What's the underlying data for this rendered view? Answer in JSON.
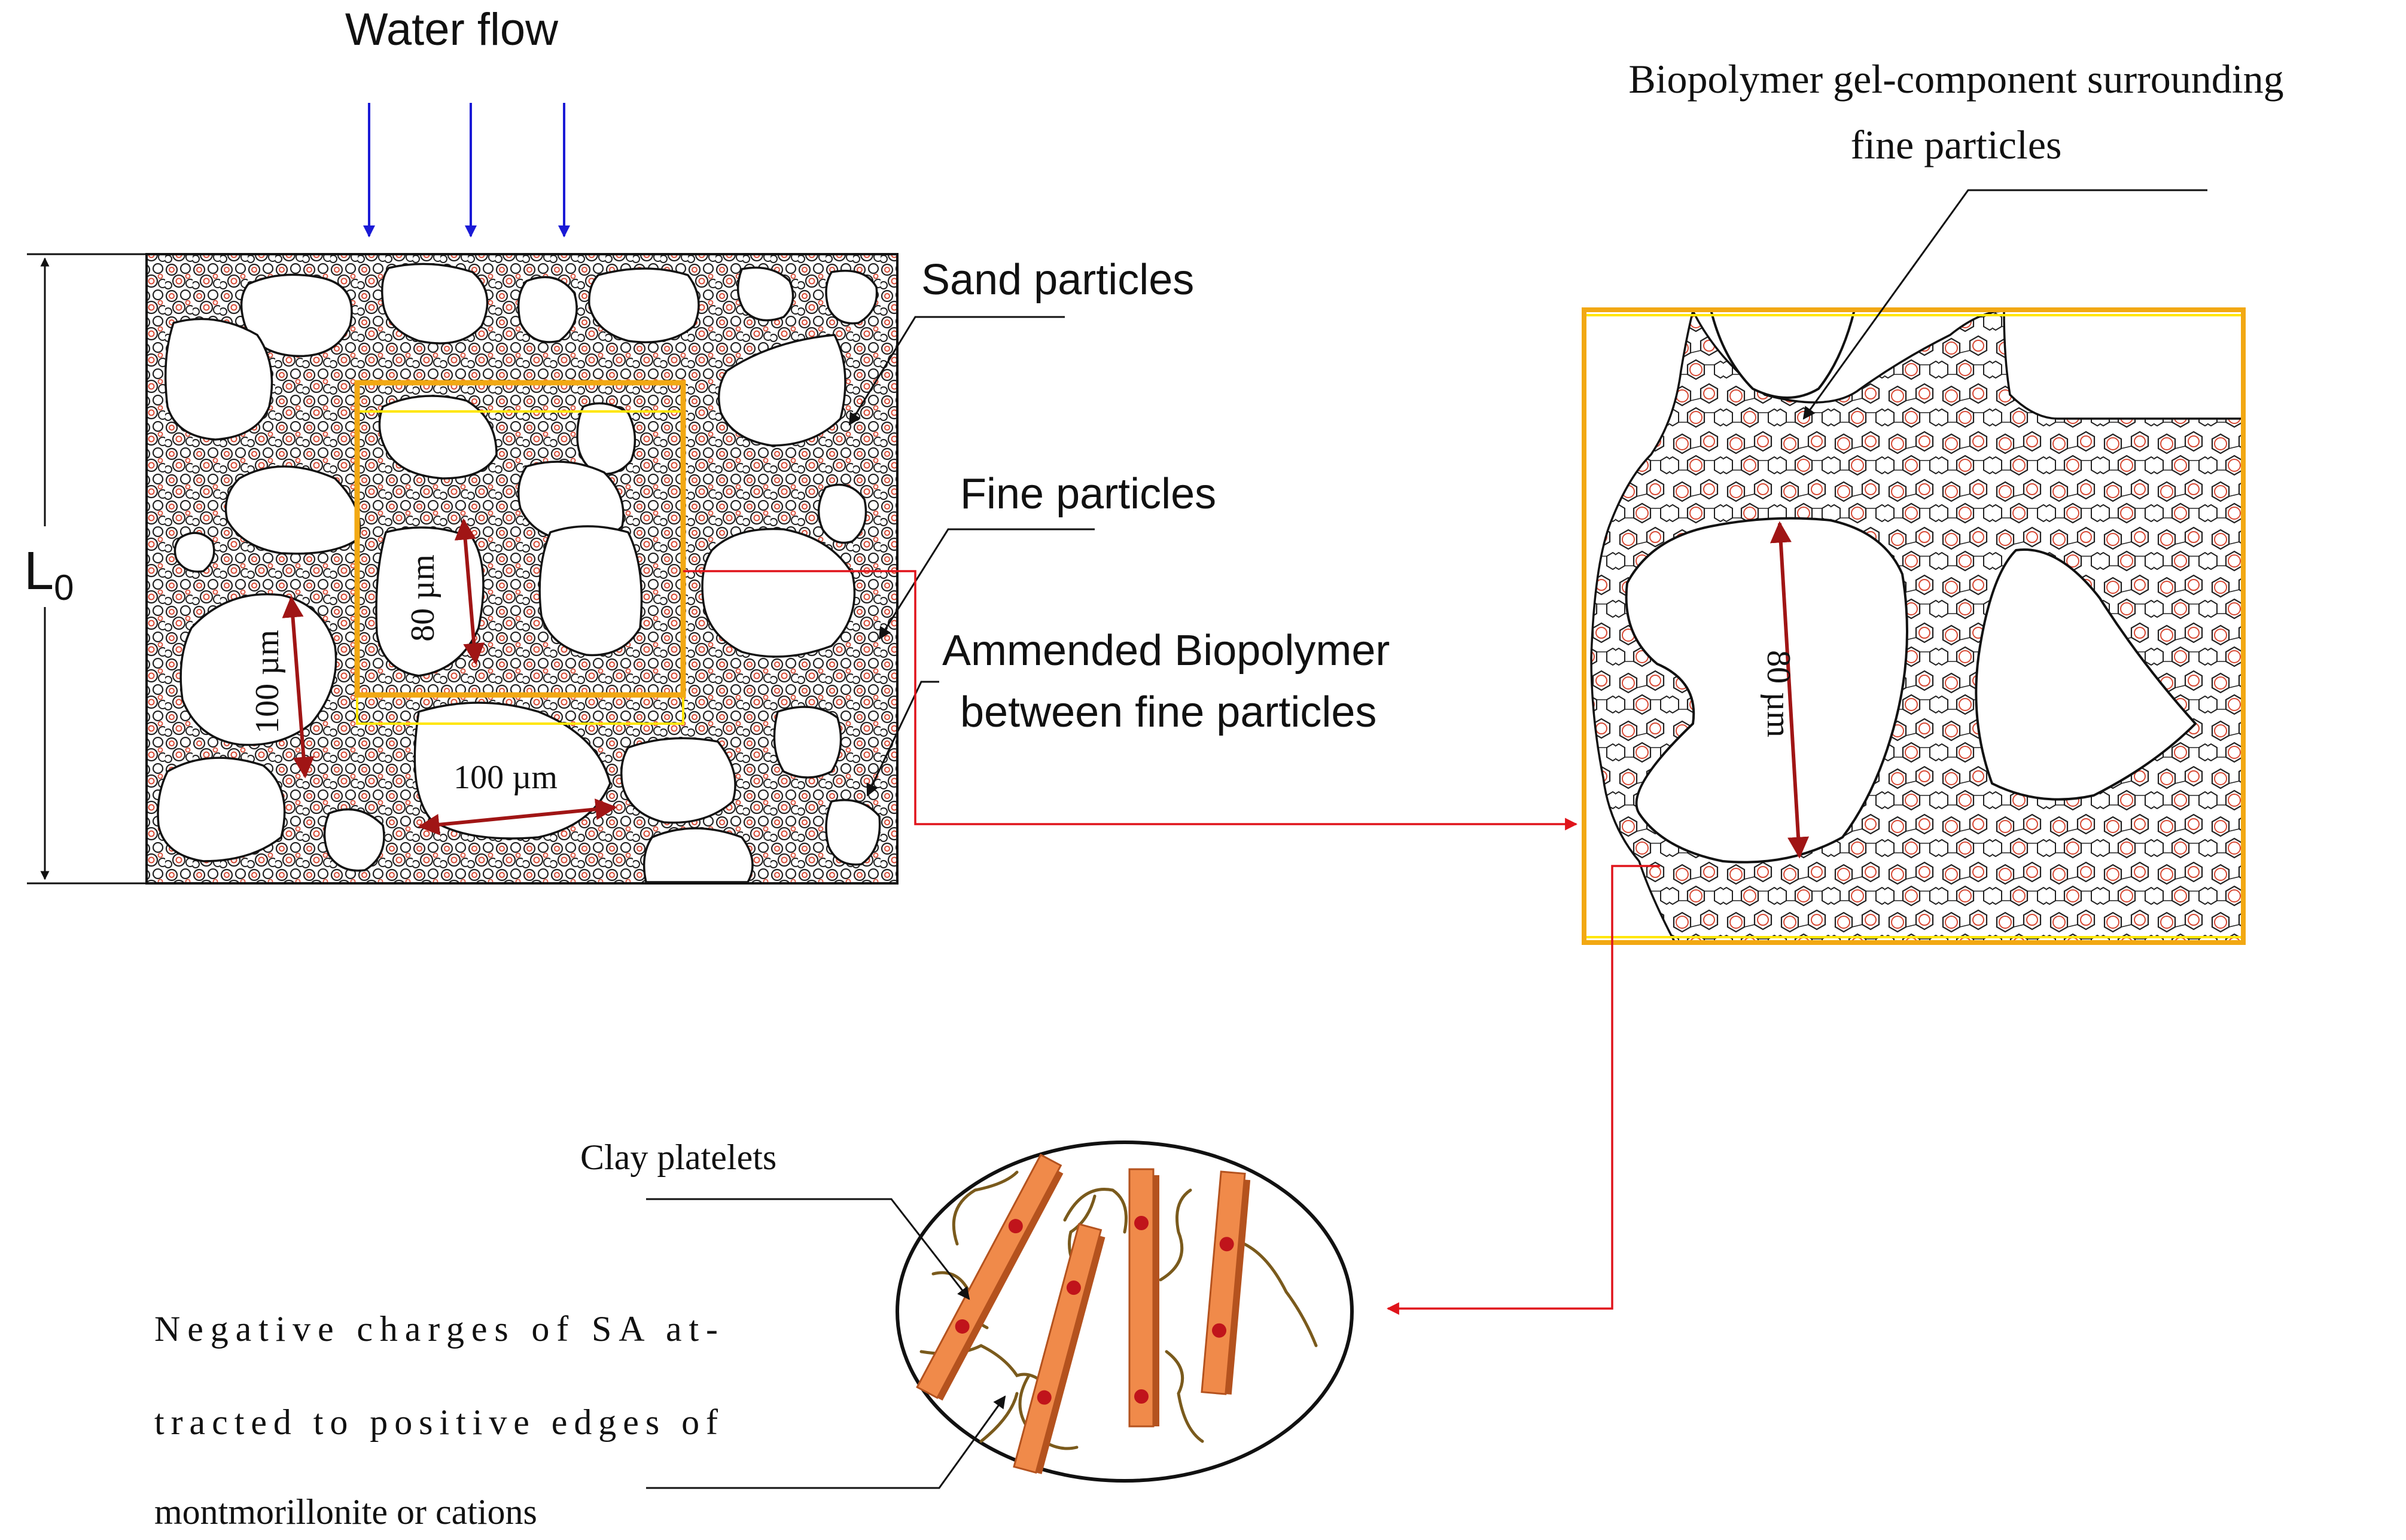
{
  "labels": {
    "water_flow": "Water flow",
    "length_symbol": "L",
    "length_subscript": "0",
    "sand_particles": "Sand particles",
    "fine_particles": "Fine particles",
    "amended_biopolymer_line1": "Ammended Biopolymer",
    "amended_biopolymer_line2": "between fine particles",
    "gel_component_line1": "Biopolymer gel-component surrounding",
    "gel_component_line2": "fine particles",
    "clay_platelets": "Clay platelets",
    "negative_charges_line1": "Negative charges of SA at-",
    "negative_charges_line2": "tracted to positive edges of",
    "negative_charges_line3": "montmorillonite or cations"
  },
  "dimensions": {
    "dim_100_vertical": "100 µm",
    "dim_80_left": "80 µm",
    "dim_100_horizontal": "100 µm",
    "dim_80_zoom": "80 µm"
  },
  "colors": {
    "flow_arrow": "#1a1ad6",
    "dimension_arrow": "#a01515",
    "connector_red": "#e0141b",
    "zoom_frame": "#f2a813",
    "zoom_frame_inner": "#ffe600",
    "fine_particle": "#d84a35",
    "particle_outline": "#222222",
    "platelet": "#f08a4a",
    "platelet_dark": "#b4521e",
    "charge_dot": "#c0141b",
    "polymer_chain": "#7a5a1c"
  }
}
